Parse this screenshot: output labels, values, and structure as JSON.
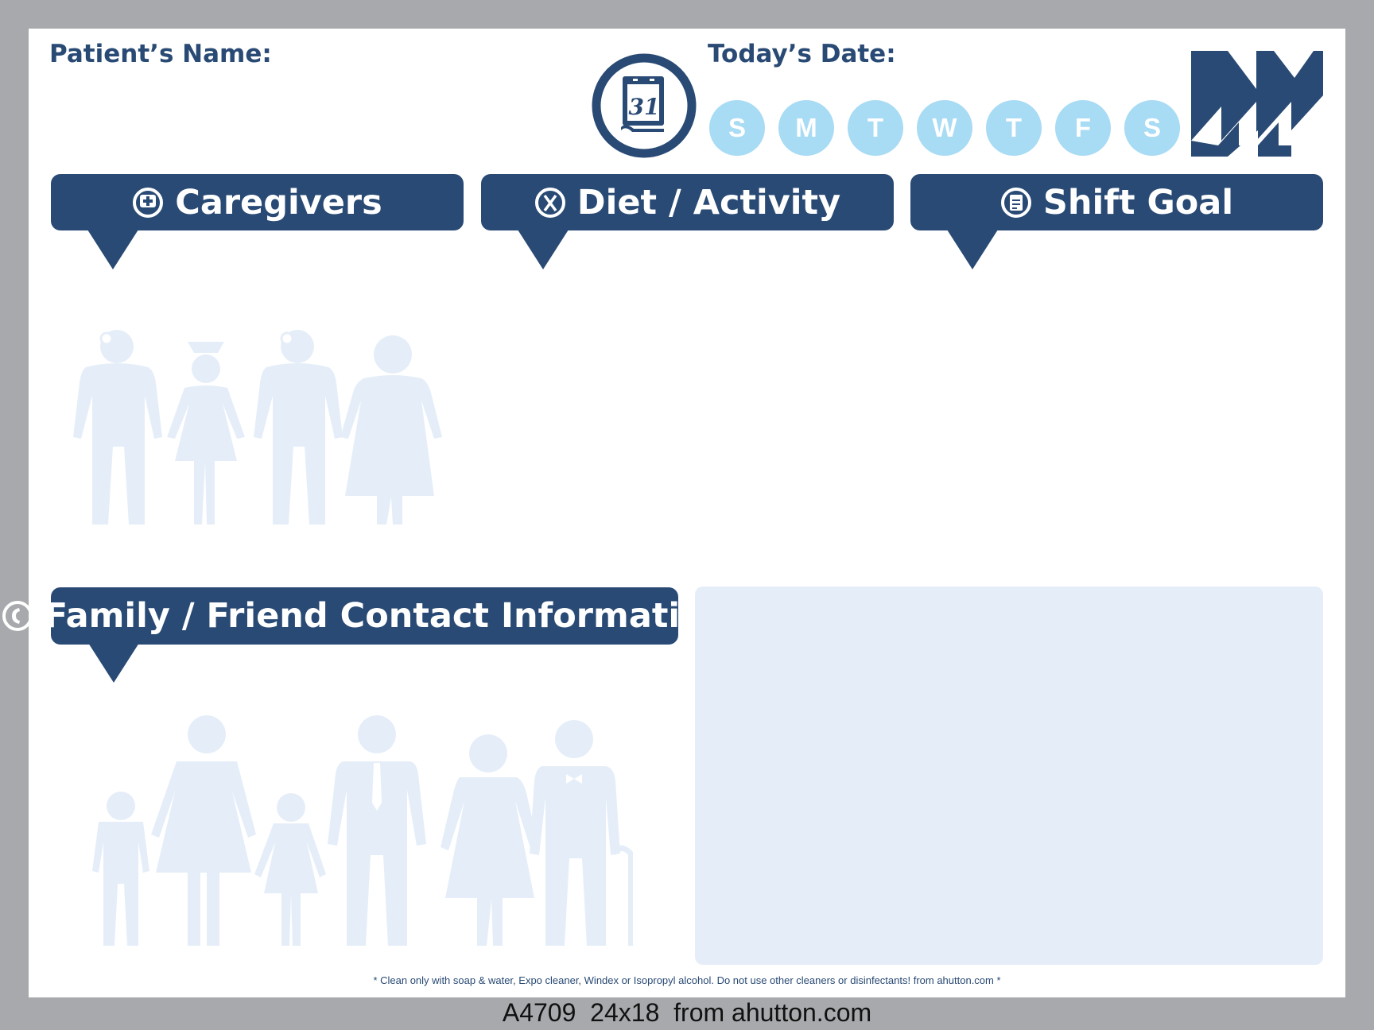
{
  "header": {
    "patient_label": "Patient’s Name:",
    "date_label": "Today’s Date:",
    "calendar_number": "31",
    "weekdays": [
      "S",
      "M",
      "T",
      "W",
      "T",
      "F",
      "S"
    ]
  },
  "sections": {
    "caregivers": {
      "title": "Caregivers",
      "icon": "nurse-cross-icon"
    },
    "diet": {
      "title": "Diet / Activity",
      "icon": "fork-knife-icon"
    },
    "shift_goal": {
      "title": "Shift Goal",
      "icon": "clipboard-icon"
    },
    "family": {
      "title": "Family / Friend Contact Information",
      "icon": "phone-icon"
    }
  },
  "disclaimer": "* Clean only with soap & water, Expo cleaner, Windex or Isopropyl alcohol.  Do not use other cleaners or disinfectants!   from ahutton.com *",
  "footer": "A4709  24x18  from ahutton.com",
  "colors": {
    "navy": "#294a74",
    "day_circle": "#a8dbf4",
    "figure": "#e5eef8",
    "frame": "#a7a9ac"
  }
}
